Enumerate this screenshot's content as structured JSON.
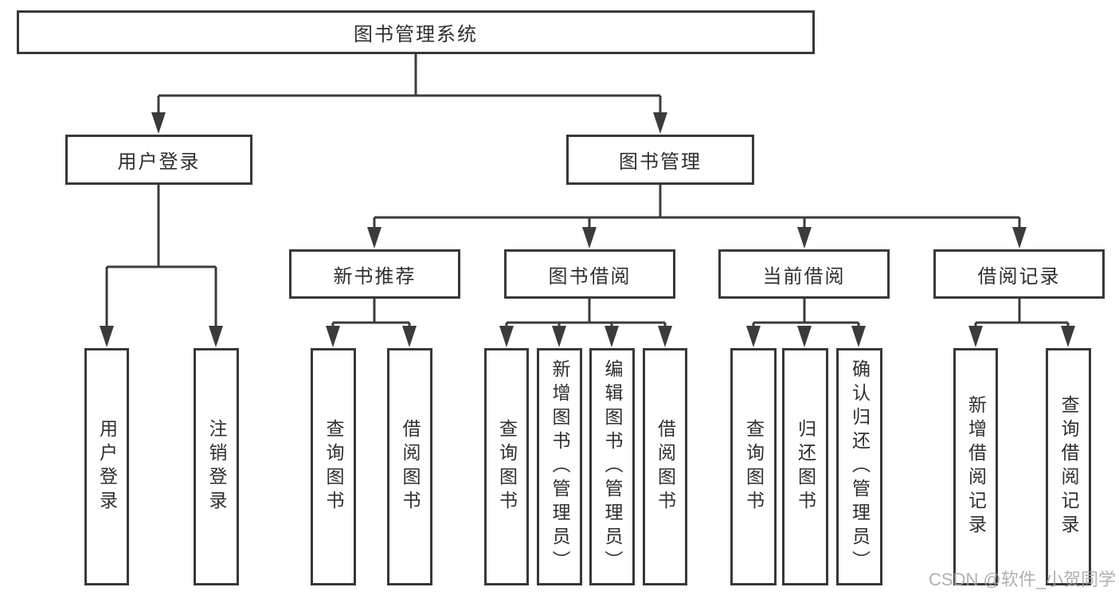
{
  "colors": {
    "line": "#3b3b3b",
    "border": "#383838",
    "text": "#2f2f2f",
    "background": "#ffffff",
    "watermark": "#a3a3a3"
  },
  "watermark": {
    "text": "CSDN @软件_小贺同学"
  },
  "diagram": {
    "type": "tree",
    "root": {
      "label": "图书管理系统"
    },
    "branches": [
      {
        "label": "用户登录",
        "children": [
          {
            "label": "用户登录"
          },
          {
            "label": "注销登录"
          }
        ]
      },
      {
        "label": "图书管理",
        "children": [
          {
            "label": "新书推荐",
            "children": [
              {
                "label": "查询图书"
              },
              {
                "label": "借阅图书"
              }
            ]
          },
          {
            "label": "图书借阅",
            "children": [
              {
                "label": "查询图书"
              },
              {
                "label": "新增图书（管理员）"
              },
              {
                "label": "编辑图书（管理员）"
              },
              {
                "label": "借阅图书"
              }
            ]
          },
          {
            "label": "当前借阅",
            "children": [
              {
                "label": "查询图书"
              },
              {
                "label": "归还图书"
              },
              {
                "label": "确认归还（管理员）"
              }
            ]
          },
          {
            "label": "借阅记录",
            "children": [
              {
                "label": "新增借阅记录"
              },
              {
                "label": "查询借阅记录"
              }
            ]
          }
        ]
      }
    ]
  }
}
